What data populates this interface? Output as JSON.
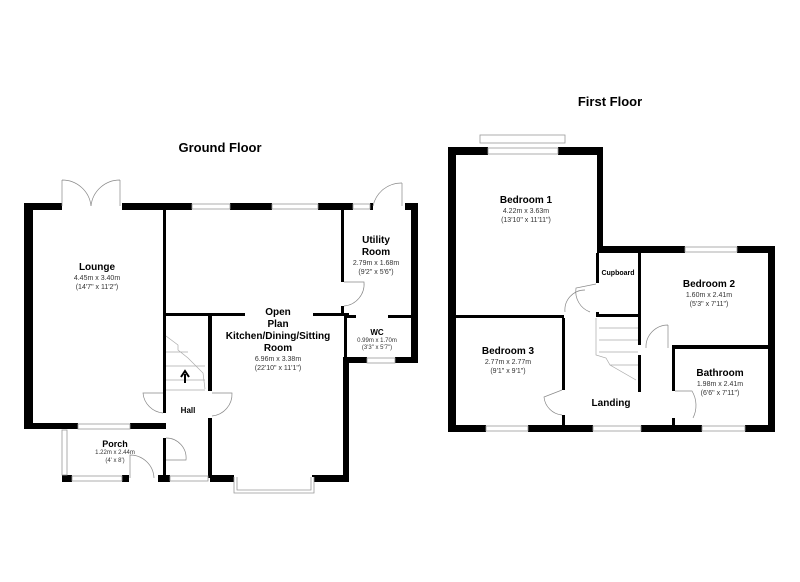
{
  "floors": {
    "ground": {
      "title": "Ground Floor",
      "rooms": {
        "lounge": {
          "name": "Lounge",
          "metric": "4.45m x 3.40m",
          "imperial": "(14'7\" x 11'2\")"
        },
        "kitchen": {
          "name_lines": [
            "Open",
            "Plan",
            "Kitchen/Dining/Sitting",
            "Room"
          ],
          "metric": "6.96m x 3.38m",
          "imperial": "(22'10\" x 11'1\")"
        },
        "utility": {
          "name_lines": [
            "Utility",
            "Room"
          ],
          "metric": "2.79m x 1.68m",
          "imperial": "(9'2\" x 5'6\")"
        },
        "wc": {
          "name": "WC",
          "metric": "0.99m x 1.70m",
          "imperial": "(3'3\" x 5'7\")"
        },
        "hall": {
          "name": "Hall"
        },
        "porch": {
          "name": "Porch",
          "metric": "1.22m x 2.44m",
          "imperial": "(4' x 8')"
        }
      }
    },
    "first": {
      "title": "First Floor",
      "rooms": {
        "bedroom1": {
          "name": "Bedroom 1",
          "metric": "4.22m x 3.63m",
          "imperial": "(13'10\" x 11'11\")"
        },
        "cupboard": {
          "name": "Cupboard"
        },
        "bedroom2": {
          "name": "Bedroom 2",
          "metric": "1.60m x 2.41m",
          "imperial": "(5'3\" x 7'11\")"
        },
        "bedroom3": {
          "name": "Bedroom 3",
          "metric": "2.77m x 2.77m",
          "imperial": "(9'1\" x 9'1\")"
        },
        "bathroom": {
          "name": "Bathroom",
          "metric": "1.98m x 2.41m",
          "imperial": "(6'6\" x 7'11\")"
        },
        "landing": {
          "name": "Landing"
        }
      }
    }
  }
}
